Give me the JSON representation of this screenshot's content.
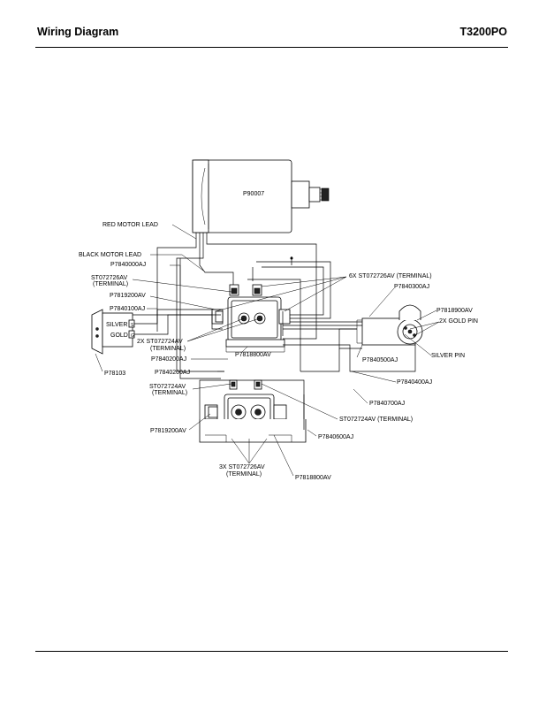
{
  "header": {
    "title": "Wiring Diagram",
    "model": "T3200PO"
  },
  "diagram": {
    "motor": "P90007",
    "labels": {
      "red_motor_lead": "RED MOTOR LEAD",
      "black_motor_lead": "BLACK MOTOR LEAD",
      "p7840000aj": "P7840000AJ",
      "st072726av_terminal_1": "ST072726AV",
      "terminal_1": "(TERMINAL)",
      "p7819200av_top": "P7819200AV",
      "p7840100aj": "P7840100AJ",
      "silver": "SILVER",
      "gold": "GOLD",
      "p78103": "P78103",
      "st072724av_2x": "2X ST072724AV",
      "terminal_2x": "(TERMINAL)",
      "p7840200aj_1": "P7840200AJ",
      "p7840200aj_2": "P7840200AJ",
      "p7818800av_top": "P7818800AV",
      "st072724av_left": "ST072724AV",
      "terminal_left": "(TERMINAL)",
      "p7819200av_bottom": "P7819200AV",
      "st072726av_3x": "3X ST072726AV",
      "terminal_3x": "(TERMINAL)",
      "p7818800av_bottom": "P7818800AV",
      "st072726av_6x": "6X ST072726AV (TERMINAL)",
      "p7840300aj": "P7840300AJ",
      "p7818900av": "P7818900AV",
      "gold_pin_2x": "2X GOLD PIN",
      "silver_pin": "SILVER PIN",
      "p7840500aj": "P7840500AJ",
      "p7840400aj": "P7840400AJ",
      "p7840700aj": "P7840700AJ",
      "st072724av_right": "ST072724AV (TERMINAL)",
      "p7840600aj": "P7840600AJ"
    }
  }
}
